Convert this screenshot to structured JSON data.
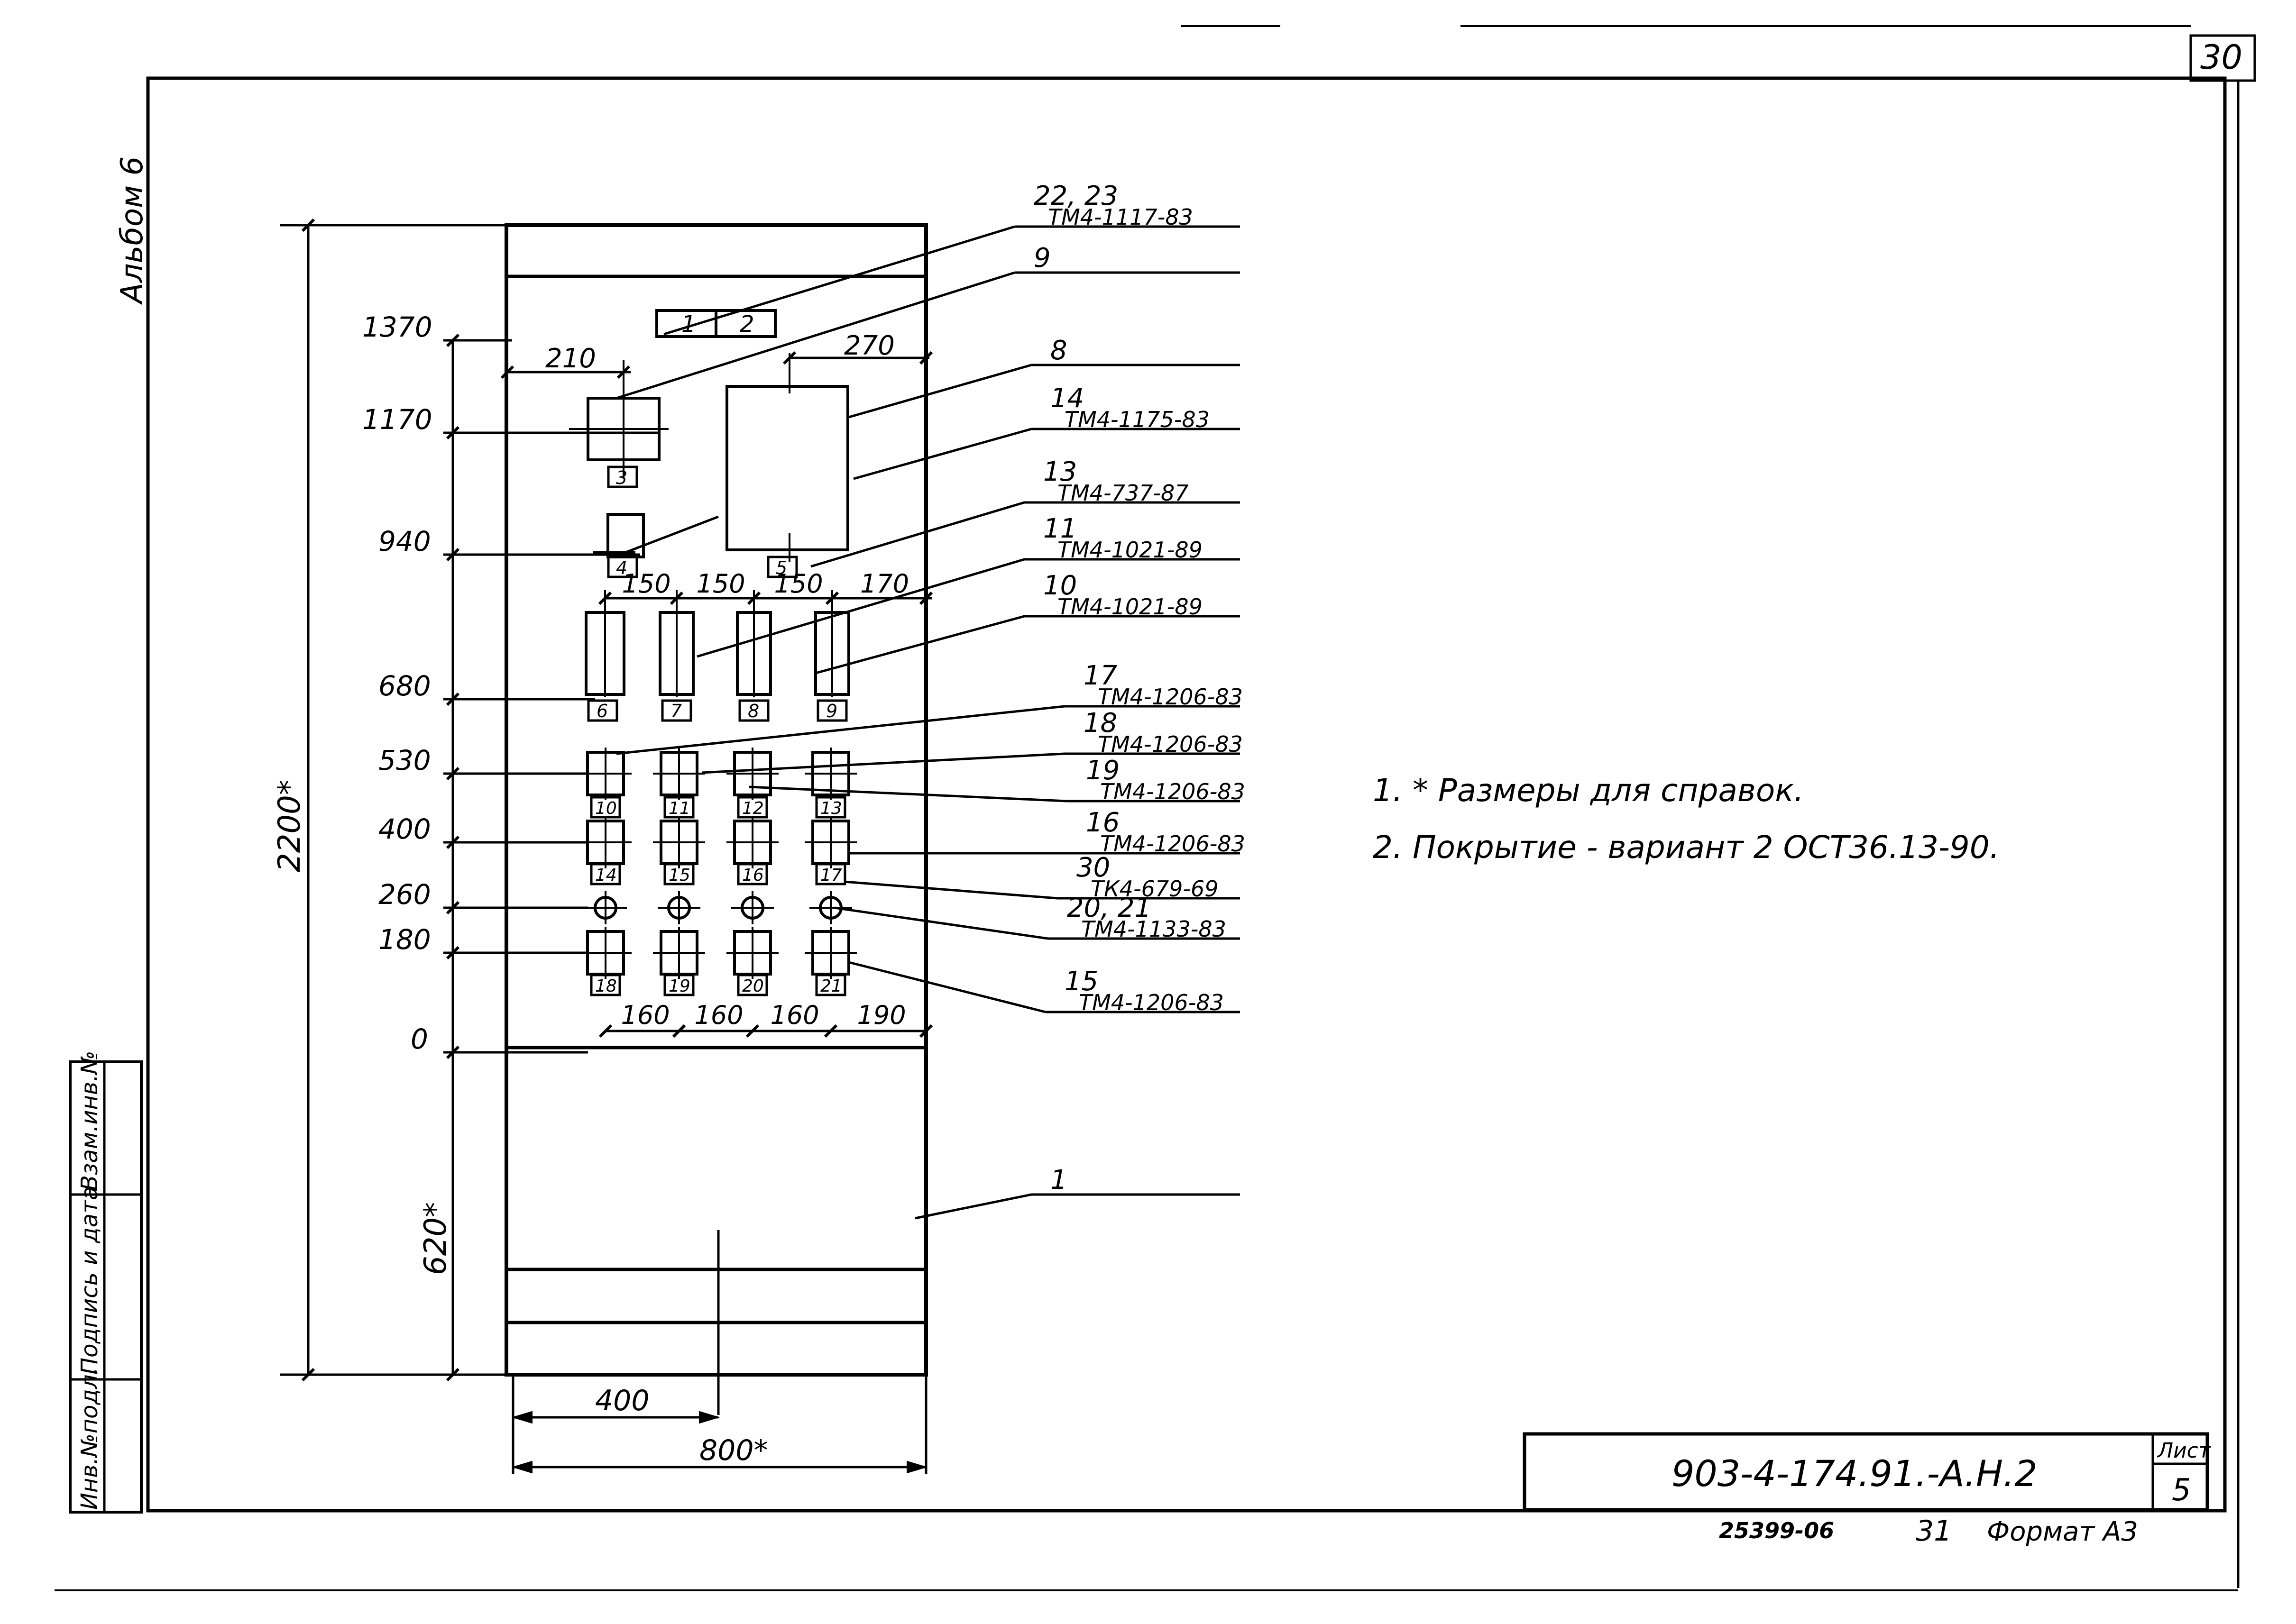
{
  "sheet_corner_number": "30",
  "album_label": "Альбом 6",
  "side_stamp": [
    "Инв.№подл.",
    "Подпись и дата",
    "Взам.инв.№"
  ],
  "vertical_levels": [
    "1370",
    "1170",
    "940",
    "680",
    "530",
    "400",
    "260",
    "180",
    "0"
  ],
  "total_height": "2200*",
  "base_height": "620*",
  "dim_top_left": "210",
  "dim_top_right": "270",
  "dims_row1": [
    "150",
    "150",
    "150",
    "170"
  ],
  "dims_row2": [
    "160",
    "160",
    "160",
    "190"
  ],
  "dim_half_width": "400",
  "dim_total_width": "800*",
  "positions": [
    "1",
    "2",
    "3",
    "4",
    "5",
    "6",
    "7",
    "8",
    "9",
    "10",
    "11",
    "12",
    "13",
    "14",
    "15",
    "16",
    "17",
    "18",
    "19",
    "20",
    "21"
  ],
  "callouts": [
    {
      "num": "22, 23",
      "ref": "ТМ4-1117-83"
    },
    {
      "num": "9",
      "ref": ""
    },
    {
      "num": "8",
      "ref": ""
    },
    {
      "num": "14",
      "ref": "ТМ4-1175-83"
    },
    {
      "num": "13",
      "ref": "ТМ4-737-87"
    },
    {
      "num": "11",
      "ref": "ТМ4-1021-89"
    },
    {
      "num": "10",
      "ref": "ТМ4-1021-89"
    },
    {
      "num": "17",
      "ref": "ТМ4-1206-83"
    },
    {
      "num": "18",
      "ref": "ТМ4-1206-83"
    },
    {
      "num": "19",
      "ref": "ТМ4-1206-83"
    },
    {
      "num": "16",
      "ref": "ТМ4-1206-83"
    },
    {
      "num": "30",
      "ref": "ТК4-679-69"
    },
    {
      "num": "20, 21",
      "ref": "ТМ4-1133-83"
    },
    {
      "num": "15",
      "ref": "ТМ4-1206-83"
    },
    {
      "num": "1",
      "ref": ""
    }
  ],
  "notes": [
    "1. * Размеры для справок.",
    "2. Покрытие - вариант 2 ОСТ36.13-90."
  ],
  "title_block": {
    "designation": "903-4-174.91.-А.Н.2",
    "sheet_label": "Лист",
    "sheet_number": "5"
  },
  "bottom_line": {
    "archive_no": "25399-06",
    "copy_no": "31",
    "format": "Формат А3"
  }
}
